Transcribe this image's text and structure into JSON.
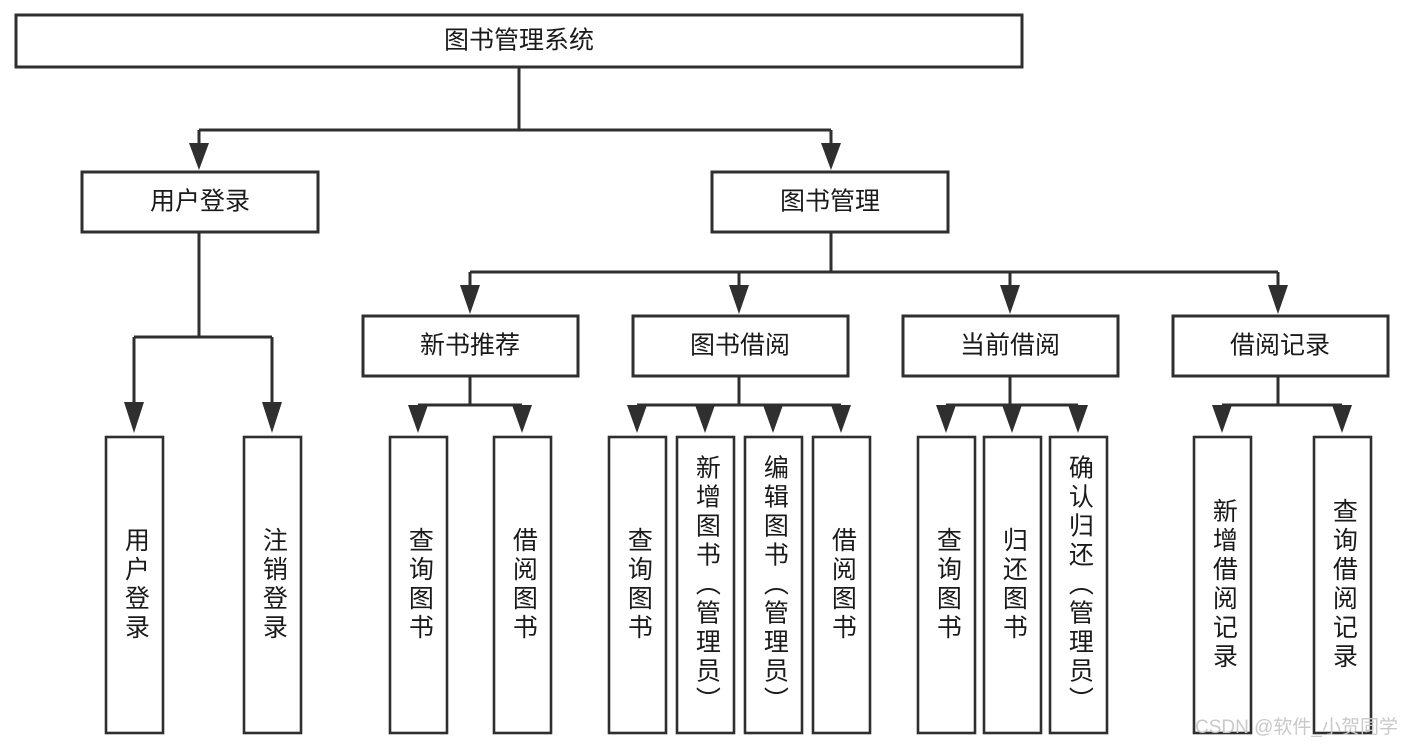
{
  "diagram": {
    "type": "tree-hierarchy",
    "title": "图书管理系统",
    "root": {
      "id": "root",
      "label": "图书管理系统",
      "level": 1
    },
    "level2": [
      {
        "id": "user-login",
        "label": "用户登录",
        "level": 2
      },
      {
        "id": "book-management",
        "label": "图书管理",
        "level": 2
      }
    ],
    "level3": [
      {
        "id": "new-book-recommend",
        "label": "新书推荐",
        "level": 3,
        "parent": "book-management"
      },
      {
        "id": "book-borrow",
        "label": "图书借阅",
        "level": 3,
        "parent": "book-management"
      },
      {
        "id": "current-borrow",
        "label": "当前借阅",
        "level": 3,
        "parent": "book-management"
      },
      {
        "id": "borrow-record",
        "label": "借阅记录",
        "level": 3,
        "parent": "book-management"
      }
    ],
    "leaves": [
      {
        "id": "leaf-user-login",
        "label": "用户登录",
        "parent": "user-login",
        "orientation": "vertical"
      },
      {
        "id": "leaf-user-logout",
        "label": "注销登录",
        "parent": "user-login",
        "orientation": "vertical"
      },
      {
        "id": "leaf-query-book-1",
        "label": "查询图书",
        "parent": "new-book-recommend",
        "orientation": "vertical"
      },
      {
        "id": "leaf-borrow-book-1",
        "label": "借阅图书",
        "parent": "new-book-recommend",
        "orientation": "vertical"
      },
      {
        "id": "leaf-query-book-2",
        "label": "查询图书",
        "parent": "book-borrow",
        "orientation": "vertical"
      },
      {
        "id": "leaf-add-book",
        "label": "新增图书（管理员）",
        "parent": "book-borrow",
        "orientation": "vertical"
      },
      {
        "id": "leaf-edit-book",
        "label": "编辑图书（管理员）",
        "parent": "book-borrow",
        "orientation": "vertical"
      },
      {
        "id": "leaf-borrow-book-2",
        "label": "借阅图书",
        "parent": "book-borrow",
        "orientation": "vertical"
      },
      {
        "id": "leaf-query-book-3",
        "label": "查询图书",
        "parent": "current-borrow",
        "orientation": "vertical"
      },
      {
        "id": "leaf-return-book",
        "label": "归还图书",
        "parent": "current-borrow",
        "orientation": "vertical"
      },
      {
        "id": "leaf-confirm-return",
        "label": "确认归还（管理员）",
        "parent": "current-borrow",
        "orientation": "vertical"
      },
      {
        "id": "leaf-add-record",
        "label": "新增借阅记录",
        "parent": "borrow-record",
        "orientation": "vertical"
      },
      {
        "id": "leaf-query-record",
        "label": "查询借阅记录",
        "parent": "borrow-record",
        "orientation": "vertical"
      }
    ]
  },
  "watermark": {
    "text": "CSDN @软件_小贺同学"
  },
  "colors": {
    "stroke": "#2f2f2f",
    "fill": "#ffffff",
    "text": "#1a1a1a",
    "watermark": "#c9c9c9",
    "background": "#ffffff"
  }
}
